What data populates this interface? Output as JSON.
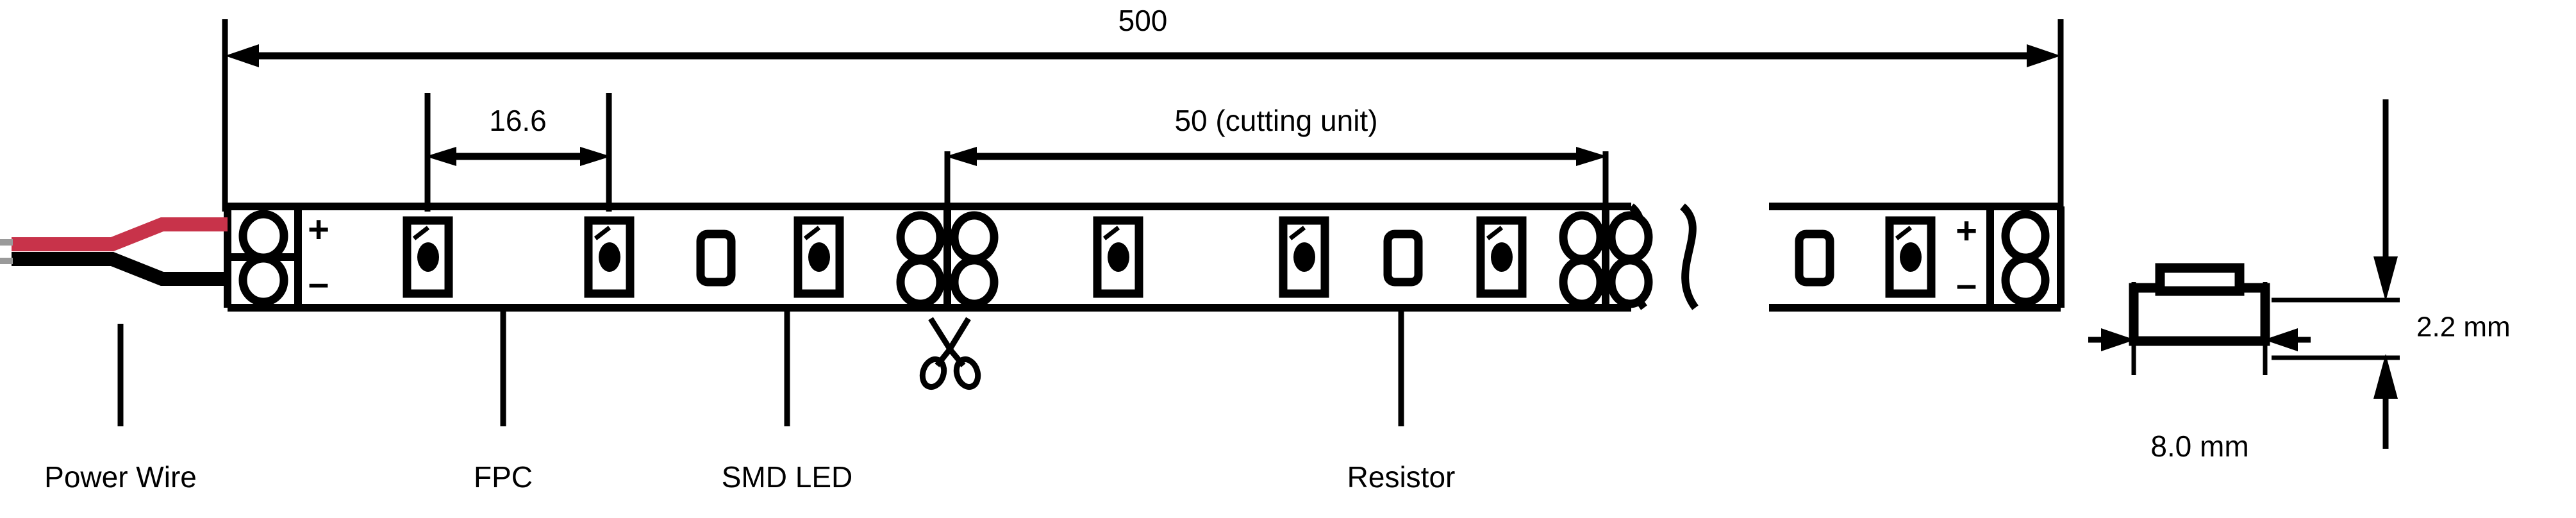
{
  "diagram": {
    "title": "LED Strip Dimensional Drawing",
    "units_note": "mm",
    "colors": {
      "line": "#000000",
      "positive_wire": "#C8334A",
      "negative_wire": "#000000",
      "background": "#FFFFFF",
      "wire_tip": "#9A9A9A"
    }
  },
  "dimensions": {
    "overall_length": {
      "value": "500",
      "name": "overall-length",
      "style": "double-arrow",
      "position": "top"
    },
    "led_pitch": {
      "value": "16.6",
      "name": "led-pitch",
      "style": "double-arrow",
      "position": "upper-left"
    },
    "cutting_unit": {
      "value": "50 (cutting unit)",
      "name": "cutting-unit-length",
      "style": "double-arrow",
      "position": "upper-middle"
    },
    "section_height": {
      "value": "2.2 mm",
      "name": "section-height",
      "style": "arrow-down-and-up",
      "position": "right-section"
    },
    "section_width": {
      "value": "8.0 mm",
      "name": "section-width",
      "style": "inward-arrows",
      "position": "right-section-bottom"
    }
  },
  "callouts": [
    {
      "label": "Power Wire",
      "name": "callout-power-wire"
    },
    {
      "label": "FPC",
      "name": "callout-fpc"
    },
    {
      "label": "SMD LED",
      "name": "callout-smd-led"
    },
    {
      "label": "Resistor",
      "name": "callout-resistor"
    }
  ],
  "terminals": {
    "left": {
      "plus": "+",
      "minus": "–",
      "pad_count": 2
    },
    "right": {
      "plus": "+",
      "minus": "–",
      "pad_count": 2
    }
  },
  "strip": {
    "segments": [
      {
        "name": "segment-1",
        "components": [
          "led",
          "led",
          "resistor",
          "led"
        ],
        "ends_with": "cut-point"
      },
      {
        "name": "segment-2",
        "components": [
          "led",
          "led",
          "resistor",
          "led"
        ],
        "ends_with": "cut-point"
      },
      {
        "name": "segment-tail",
        "components": [
          "resistor",
          "led"
        ],
        "ends_with": "terminal"
      }
    ],
    "cut_points": 2,
    "cut_pad_grid": "2x2",
    "break_symbol": "double-wave"
  },
  "icons": {
    "scissors": "✂",
    "cut_marker_name": "scissors-icon"
  },
  "section_view": {
    "name": "cross-section-view",
    "parts": [
      "pcb-base",
      "led-package"
    ]
  }
}
